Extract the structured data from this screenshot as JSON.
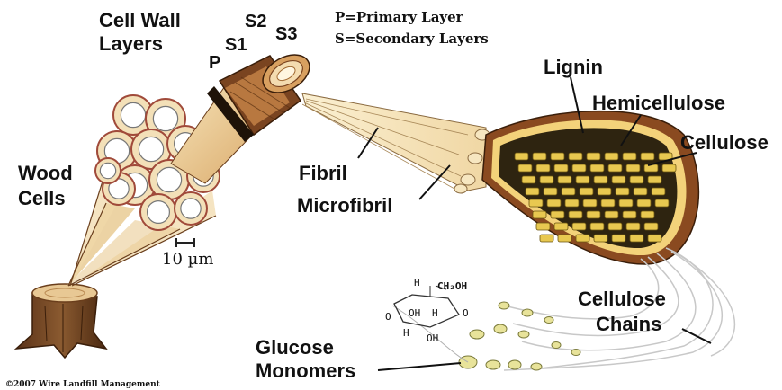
{
  "labels": {
    "cell_wall_layers_1": "Cell Wall",
    "cell_wall_layers_2": "Layers",
    "s1": "S1",
    "s2": "S2",
    "s3": "S3",
    "p": "P",
    "legend_primary": "P=Primary Layer",
    "legend_secondary": "S=Secondary Layers",
    "wood_cells_1": "Wood",
    "wood_cells_2": "Cells",
    "scale": "10 µm",
    "fibril": "Fibril",
    "microfibril": "Microfibril",
    "lignin": "Lignin",
    "hemicellulose": "Hemicellulose",
    "cellulose": "Cellulose",
    "cellulose_chains_1": "Cellulose",
    "cellulose_chains_2": "Chains",
    "glucose_1": "Glucose",
    "glucose_2": "Monomers",
    "ch2oh": "CH₂OH",
    "h": "H",
    "o": "O",
    "oh": "OH",
    "copyright": "©2007 Wire Landfill Management"
  }
}
